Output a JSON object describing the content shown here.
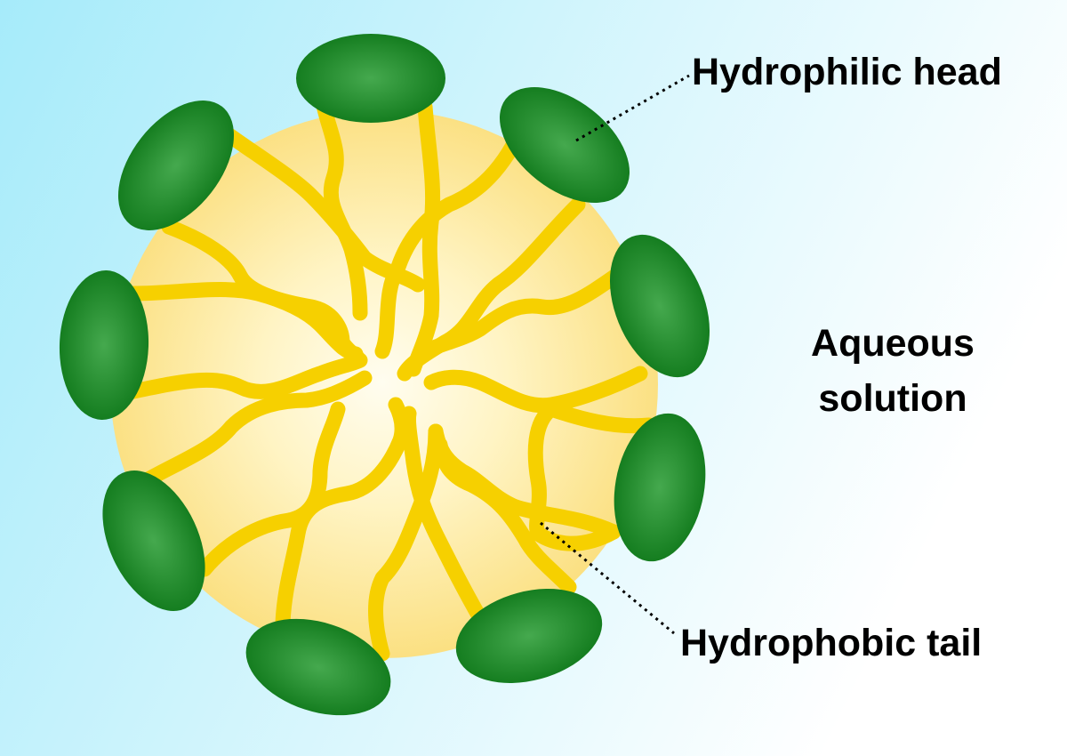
{
  "labels": {
    "head": "Hydrophilic head",
    "aqueous_line1": "Aqueous",
    "aqueous_line2": "solution",
    "tail": "Hydrophobic tail"
  },
  "colors": {
    "background_left": "#a6ebfa",
    "background_right": "#ffffff",
    "core_center": "#fffdf0",
    "core_edge": "#fbe082",
    "tail": "#f6d000",
    "head_light": "#45a94e",
    "head_dark": "#10791b",
    "leader_line": "#000000"
  }
}
